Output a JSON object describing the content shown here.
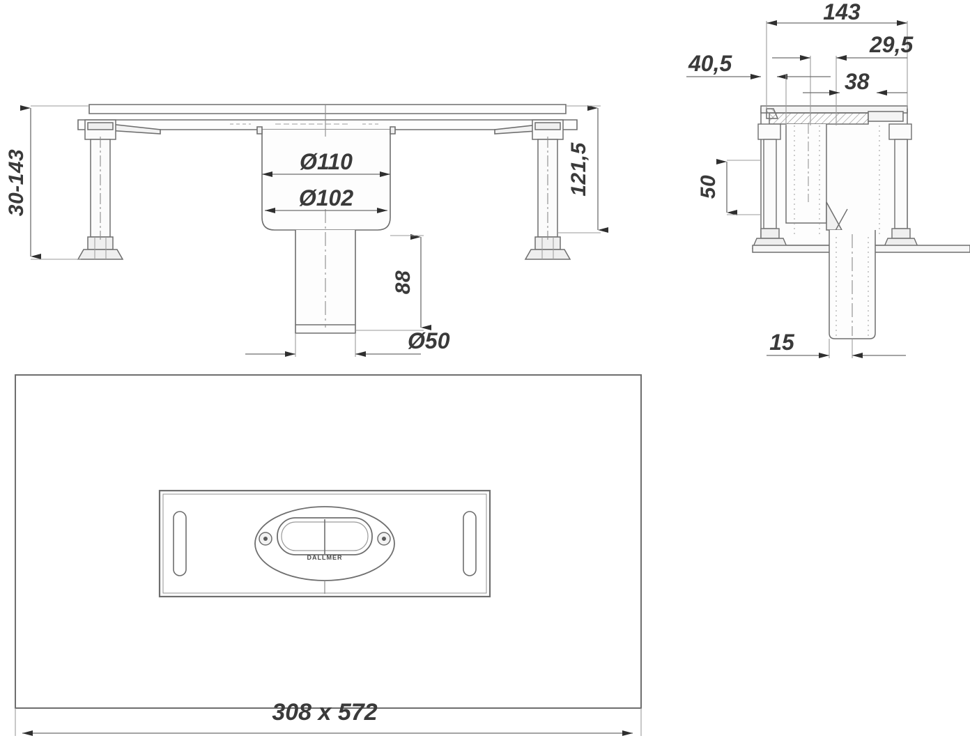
{
  "drawing": {
    "type": "technical-drawing",
    "subject": "floor drain / shower channel with adjustable legs",
    "views": [
      {
        "name": "front-elevation",
        "position": "top-left"
      },
      {
        "name": "side-section",
        "position": "top-right"
      },
      {
        "name": "plan-view",
        "position": "bottom"
      }
    ]
  },
  "dimensions": {
    "height_range": "30-143",
    "body_outer_diameter": "Ø110",
    "body_inner_diameter": "Ø102",
    "outlet_diameter": "Ø50",
    "outlet_length": "88",
    "overall_height": "121,5",
    "section_width": "143",
    "section_inner_a": "29,5",
    "section_offset": "40,5",
    "section_inner_b": "38",
    "trap_depth": "50",
    "outlet_offset": "15",
    "plan_size": "308 x 572"
  },
  "plan": {
    "grate_brand": "DALLMER"
  },
  "colors": {
    "line": "#6e6e6e",
    "line_dark": "#3a3a3a",
    "text": "#3a3a3a",
    "hatch": "#8a8a8a"
  }
}
